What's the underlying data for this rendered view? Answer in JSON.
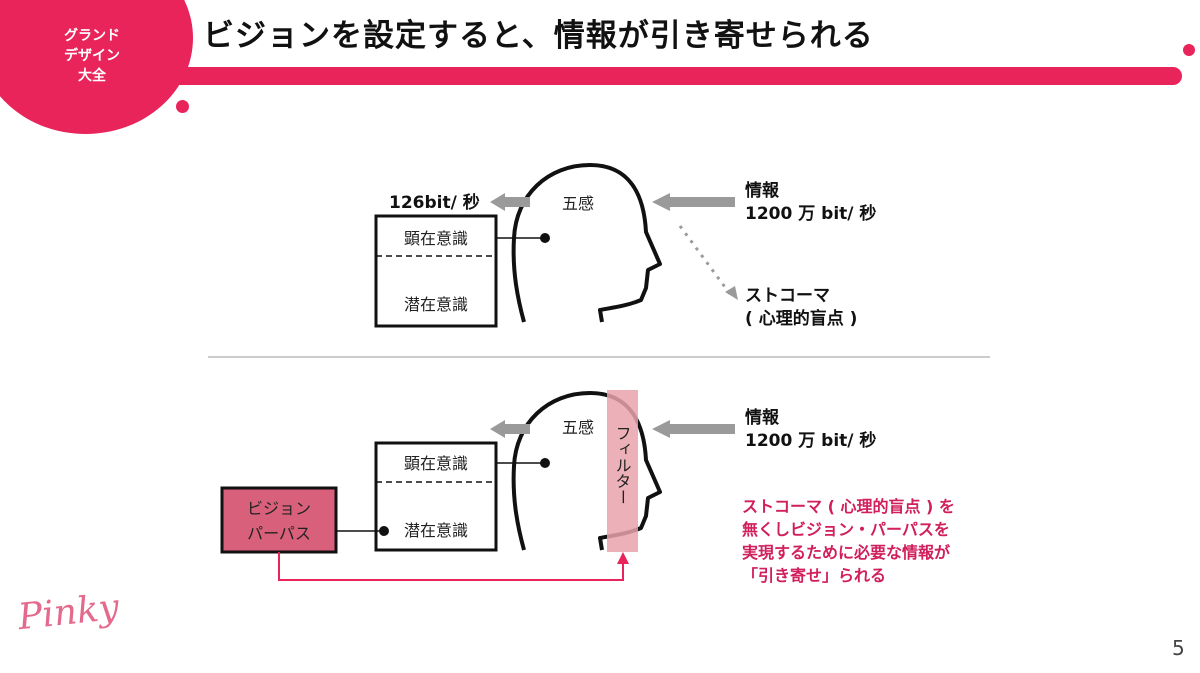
{
  "header": {
    "badge_lines": [
      "グランド",
      "デザイン",
      "大全"
    ],
    "title": "ビジョンを設定すると、情報が引き寄せられる"
  },
  "colors": {
    "accent": "#e8245a",
    "filter": "#e9a3ac",
    "vision_box": "#d9607a",
    "arrow_gray": "#9a9a9a",
    "callout": "#d11e5c"
  },
  "top": {
    "rate_out": "126bit/ 秒",
    "senses": "五感",
    "conscious": "顕在意識",
    "subconscious": "潜在意識",
    "info_title": "情報",
    "info_rate": "1200 万 bit/ 秒",
    "scotoma_title": "ストコーマ",
    "scotoma_sub": "( 心理的盲点 )"
  },
  "bottom": {
    "senses": "五感",
    "conscious": "顕在意識",
    "subconscious": "潜在意識",
    "info_title": "情報",
    "info_rate": "1200 万 bit/ 秒",
    "filter_label": "フィルター",
    "vision_lines": [
      "ビジョン",
      "パーパス"
    ],
    "callout_lines": [
      "ストコーマ ( 心理的盲点 ) を",
      "無くしビジョン・パーパスを",
      "実現するために必要な情報が",
      "「引き寄せ」られる"
    ]
  },
  "footer": {
    "signature": "Pinky",
    "page_number": "5"
  }
}
